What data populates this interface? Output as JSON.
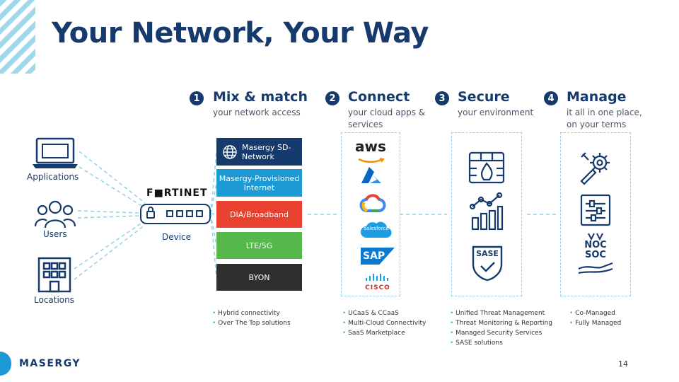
{
  "title": "Your Network, Your Way",
  "steps": [
    {
      "num": "1",
      "title": "Mix & match",
      "sub": "your network access"
    },
    {
      "num": "2",
      "title": "Connect",
      "sub": "your cloud apps & services"
    },
    {
      "num": "3",
      "title": "Secure",
      "sub": "your environment"
    },
    {
      "num": "4",
      "title": "Manage",
      "sub": "it all in one place, on your terms"
    }
  ],
  "left": {
    "applications": "Applications",
    "users": "Users",
    "locations": "Locations",
    "device": "Device",
    "vendor": "F■RTINET"
  },
  "access": [
    {
      "label": "Masergy SD-Network",
      "color": "#163a6b"
    },
    {
      "label": "Masergy-Provisioned Internet",
      "color": "#1c9ad6"
    },
    {
      "label": "DIA/Broadband",
      "color": "#e8412f"
    },
    {
      "label": "LTE/5G",
      "color": "#56b84a"
    },
    {
      "label": "BYON",
      "color": "#2f2f2f"
    }
  ],
  "cloud": {
    "aws": "aws",
    "salesforce": "salesforce",
    "sap": "SAP",
    "cisco": "CISCO"
  },
  "secure_icons": {
    "sase": "SASE"
  },
  "manage_icons": {
    "noc": "NOC",
    "soc": "SOC"
  },
  "bullets": {
    "col1": [
      "Hybrid connectivity",
      "Over The Top solutions"
    ],
    "col2": [
      "UCaaS & CCaaS",
      "Multi-Cloud Connectivity",
      "SaaS Marketplace"
    ],
    "col3": [
      "Unified Threat Management",
      "Threat Monitoring & Reporting",
      "Managed Security Services",
      "SASE solutions"
    ],
    "col4": [
      "Co-Managed",
      "Fully Managed"
    ]
  },
  "footer": {
    "brand": "MASERGY",
    "page": "14"
  }
}
